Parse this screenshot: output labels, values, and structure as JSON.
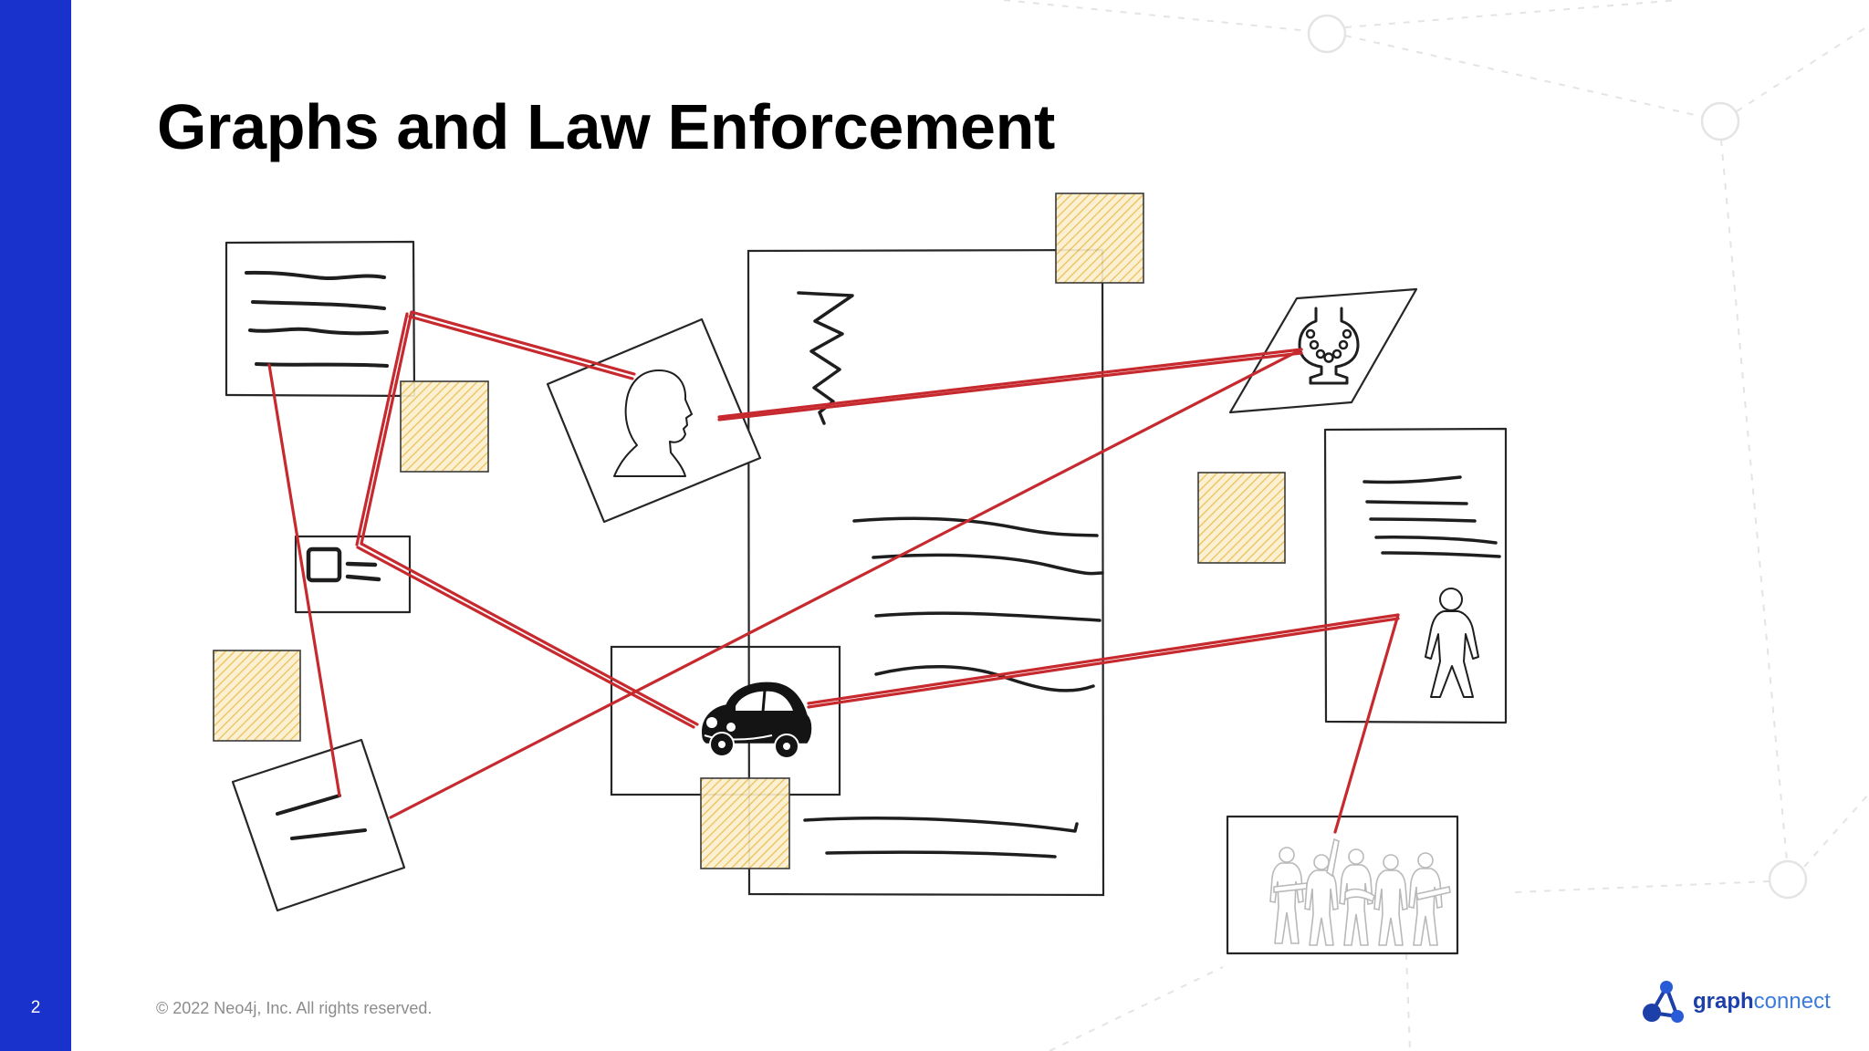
{
  "slide": {
    "page_number": "2",
    "title": "Graphs and Law Enforcement",
    "footer": "© 2022 Neo4j, Inc. All rights reserved.",
    "logo": {
      "prefix": "graph",
      "suffix": "connect"
    }
  },
  "colors": {
    "accent_bar": "#1a32cc",
    "connection_line": "#c62a2f",
    "sticky_note": "#f3d27a",
    "logo_dark": "#1c3fa8",
    "logo_light": "#3a7bdc"
  },
  "illustration": {
    "icons": [
      "head-silhouette-icon",
      "vehicle-icon",
      "necklace-bust-icon",
      "person-outline-icon",
      "band-silhouette-icon",
      "id-card-icon",
      "graphconnect-logo-icon"
    ]
  }
}
